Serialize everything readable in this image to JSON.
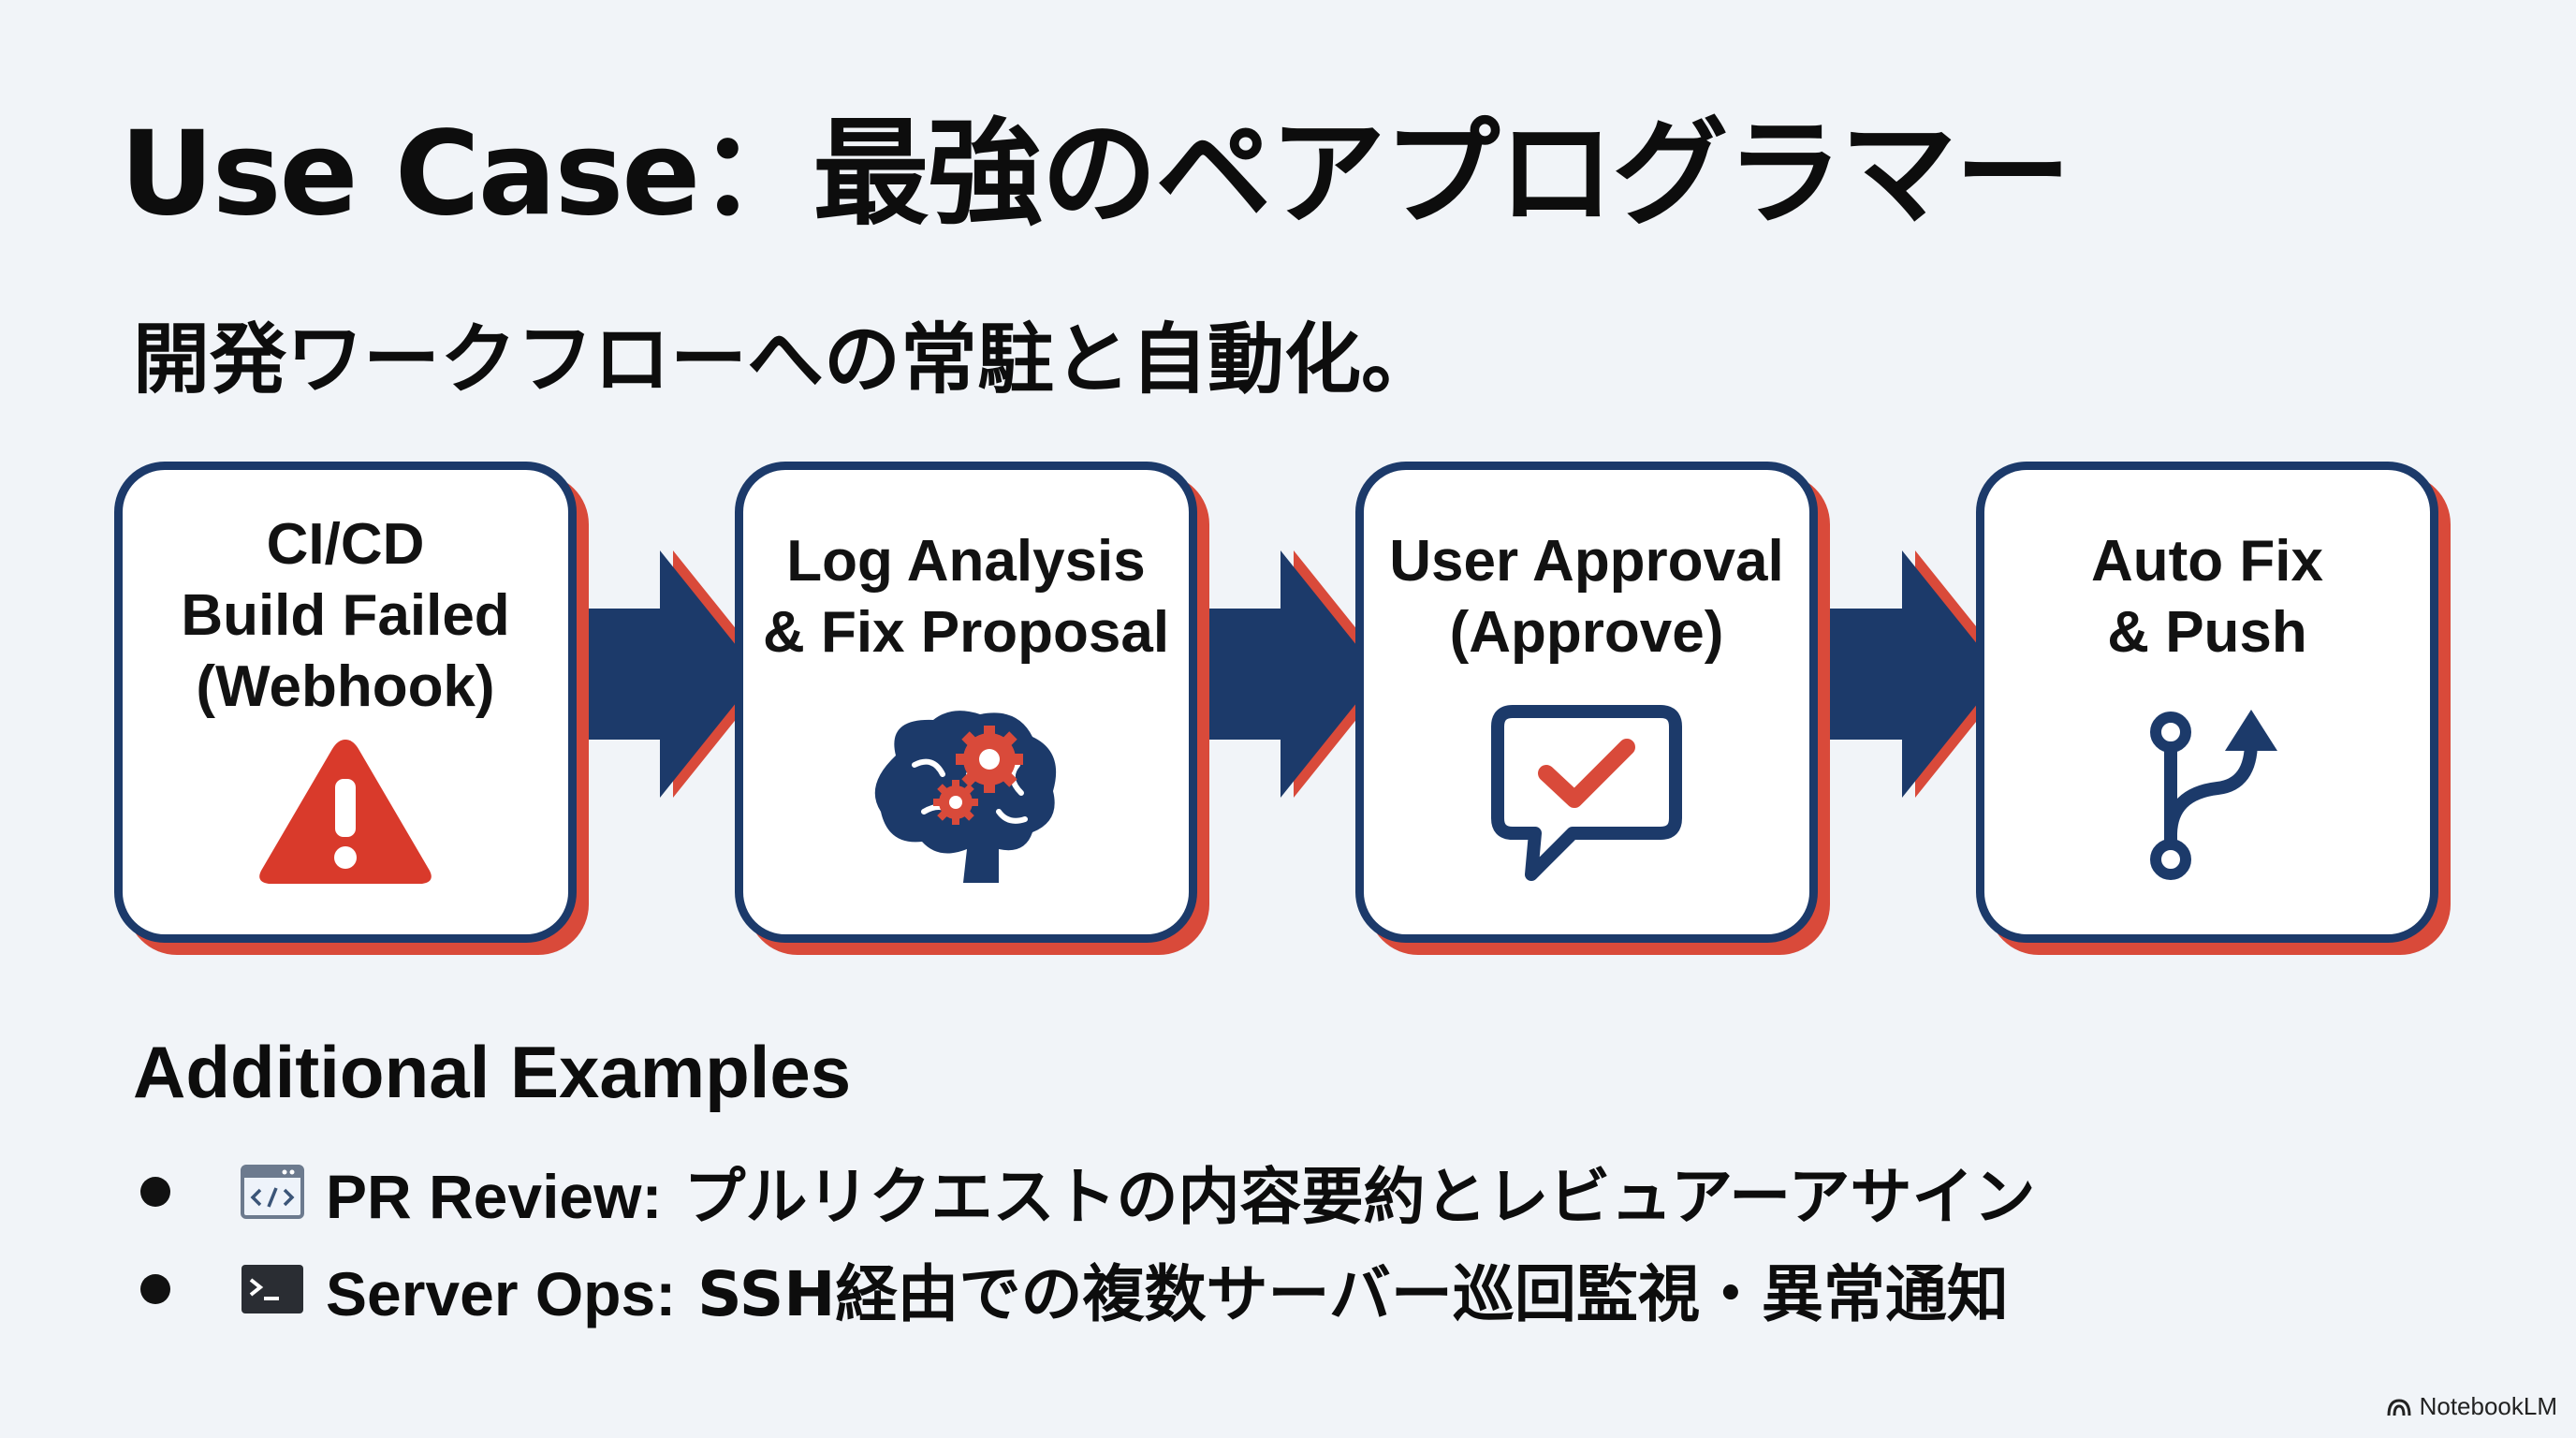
{
  "title": "Use Case：最強のペアプログラマー",
  "subtitle": "開発ワークフローへの常駐と自動化。",
  "workflow": {
    "steps": [
      {
        "lines": [
          "CI/CD",
          "Build Failed",
          "(Webhook)"
        ],
        "icon": "warning-icon"
      },
      {
        "lines": [
          "Log Analysis",
          "& Fix Proposal"
        ],
        "icon": "brain-gears-icon"
      },
      {
        "lines": [
          "User Approval",
          "(Approve)"
        ],
        "icon": "chat-check-icon"
      },
      {
        "lines": [
          "Auto Fix",
          "& Push"
        ],
        "icon": "git-branch-icon"
      }
    ],
    "colors": {
      "box_border": "#1c3a6a",
      "box_shadow": "#d94a3a",
      "arrow": "#1c3a6a",
      "arrow_accent": "#d94a3a",
      "warning": "#d93a2b"
    }
  },
  "additional": {
    "heading": "Additional Examples",
    "items": [
      {
        "icon": "code-window-icon",
        "name": "PR Review:",
        "desc": " プルリクエストの内容要約とレビュアーアサイン"
      },
      {
        "icon": "terminal-icon",
        "name": "Server Ops:",
        "desc": " SSH経由での複数サーバー巡回監視・異常通知"
      }
    ]
  },
  "branding": {
    "label": "NotebookLM",
    "icon": "notebooklm-logo-icon"
  }
}
